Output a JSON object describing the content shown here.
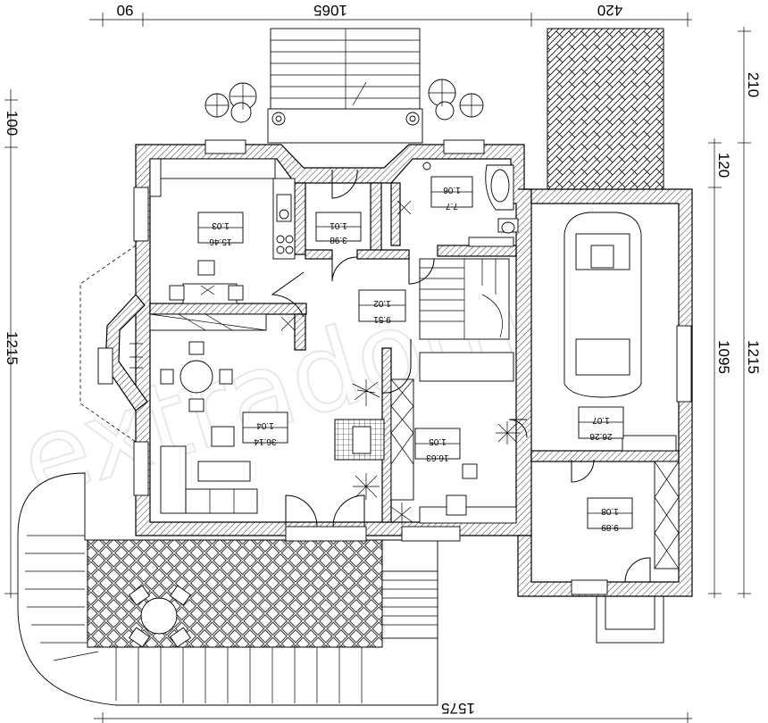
{
  "dimensions": {
    "top_left": "90",
    "top_middle": "1065",
    "top_right": "420",
    "bottom": "1575",
    "left_upper": "100",
    "left_main": "1215",
    "right_top": "210",
    "right_second": "120",
    "right_inner": "1095",
    "right_outer": "1215"
  },
  "rooms": [
    {
      "id": "1.01",
      "area": "3.98"
    },
    {
      "id": "1.02",
      "area": "9.51"
    },
    {
      "id": "1.03",
      "area": "15.46"
    },
    {
      "id": "1.04",
      "area": "36.14"
    },
    {
      "id": "1.05",
      "area": "16.63"
    },
    {
      "id": "1.06",
      "area": "7.7"
    },
    {
      "id": "1.07",
      "area": "26.26"
    },
    {
      "id": "1.08",
      "area": "9.89"
    }
  ],
  "watermark": "extradom"
}
